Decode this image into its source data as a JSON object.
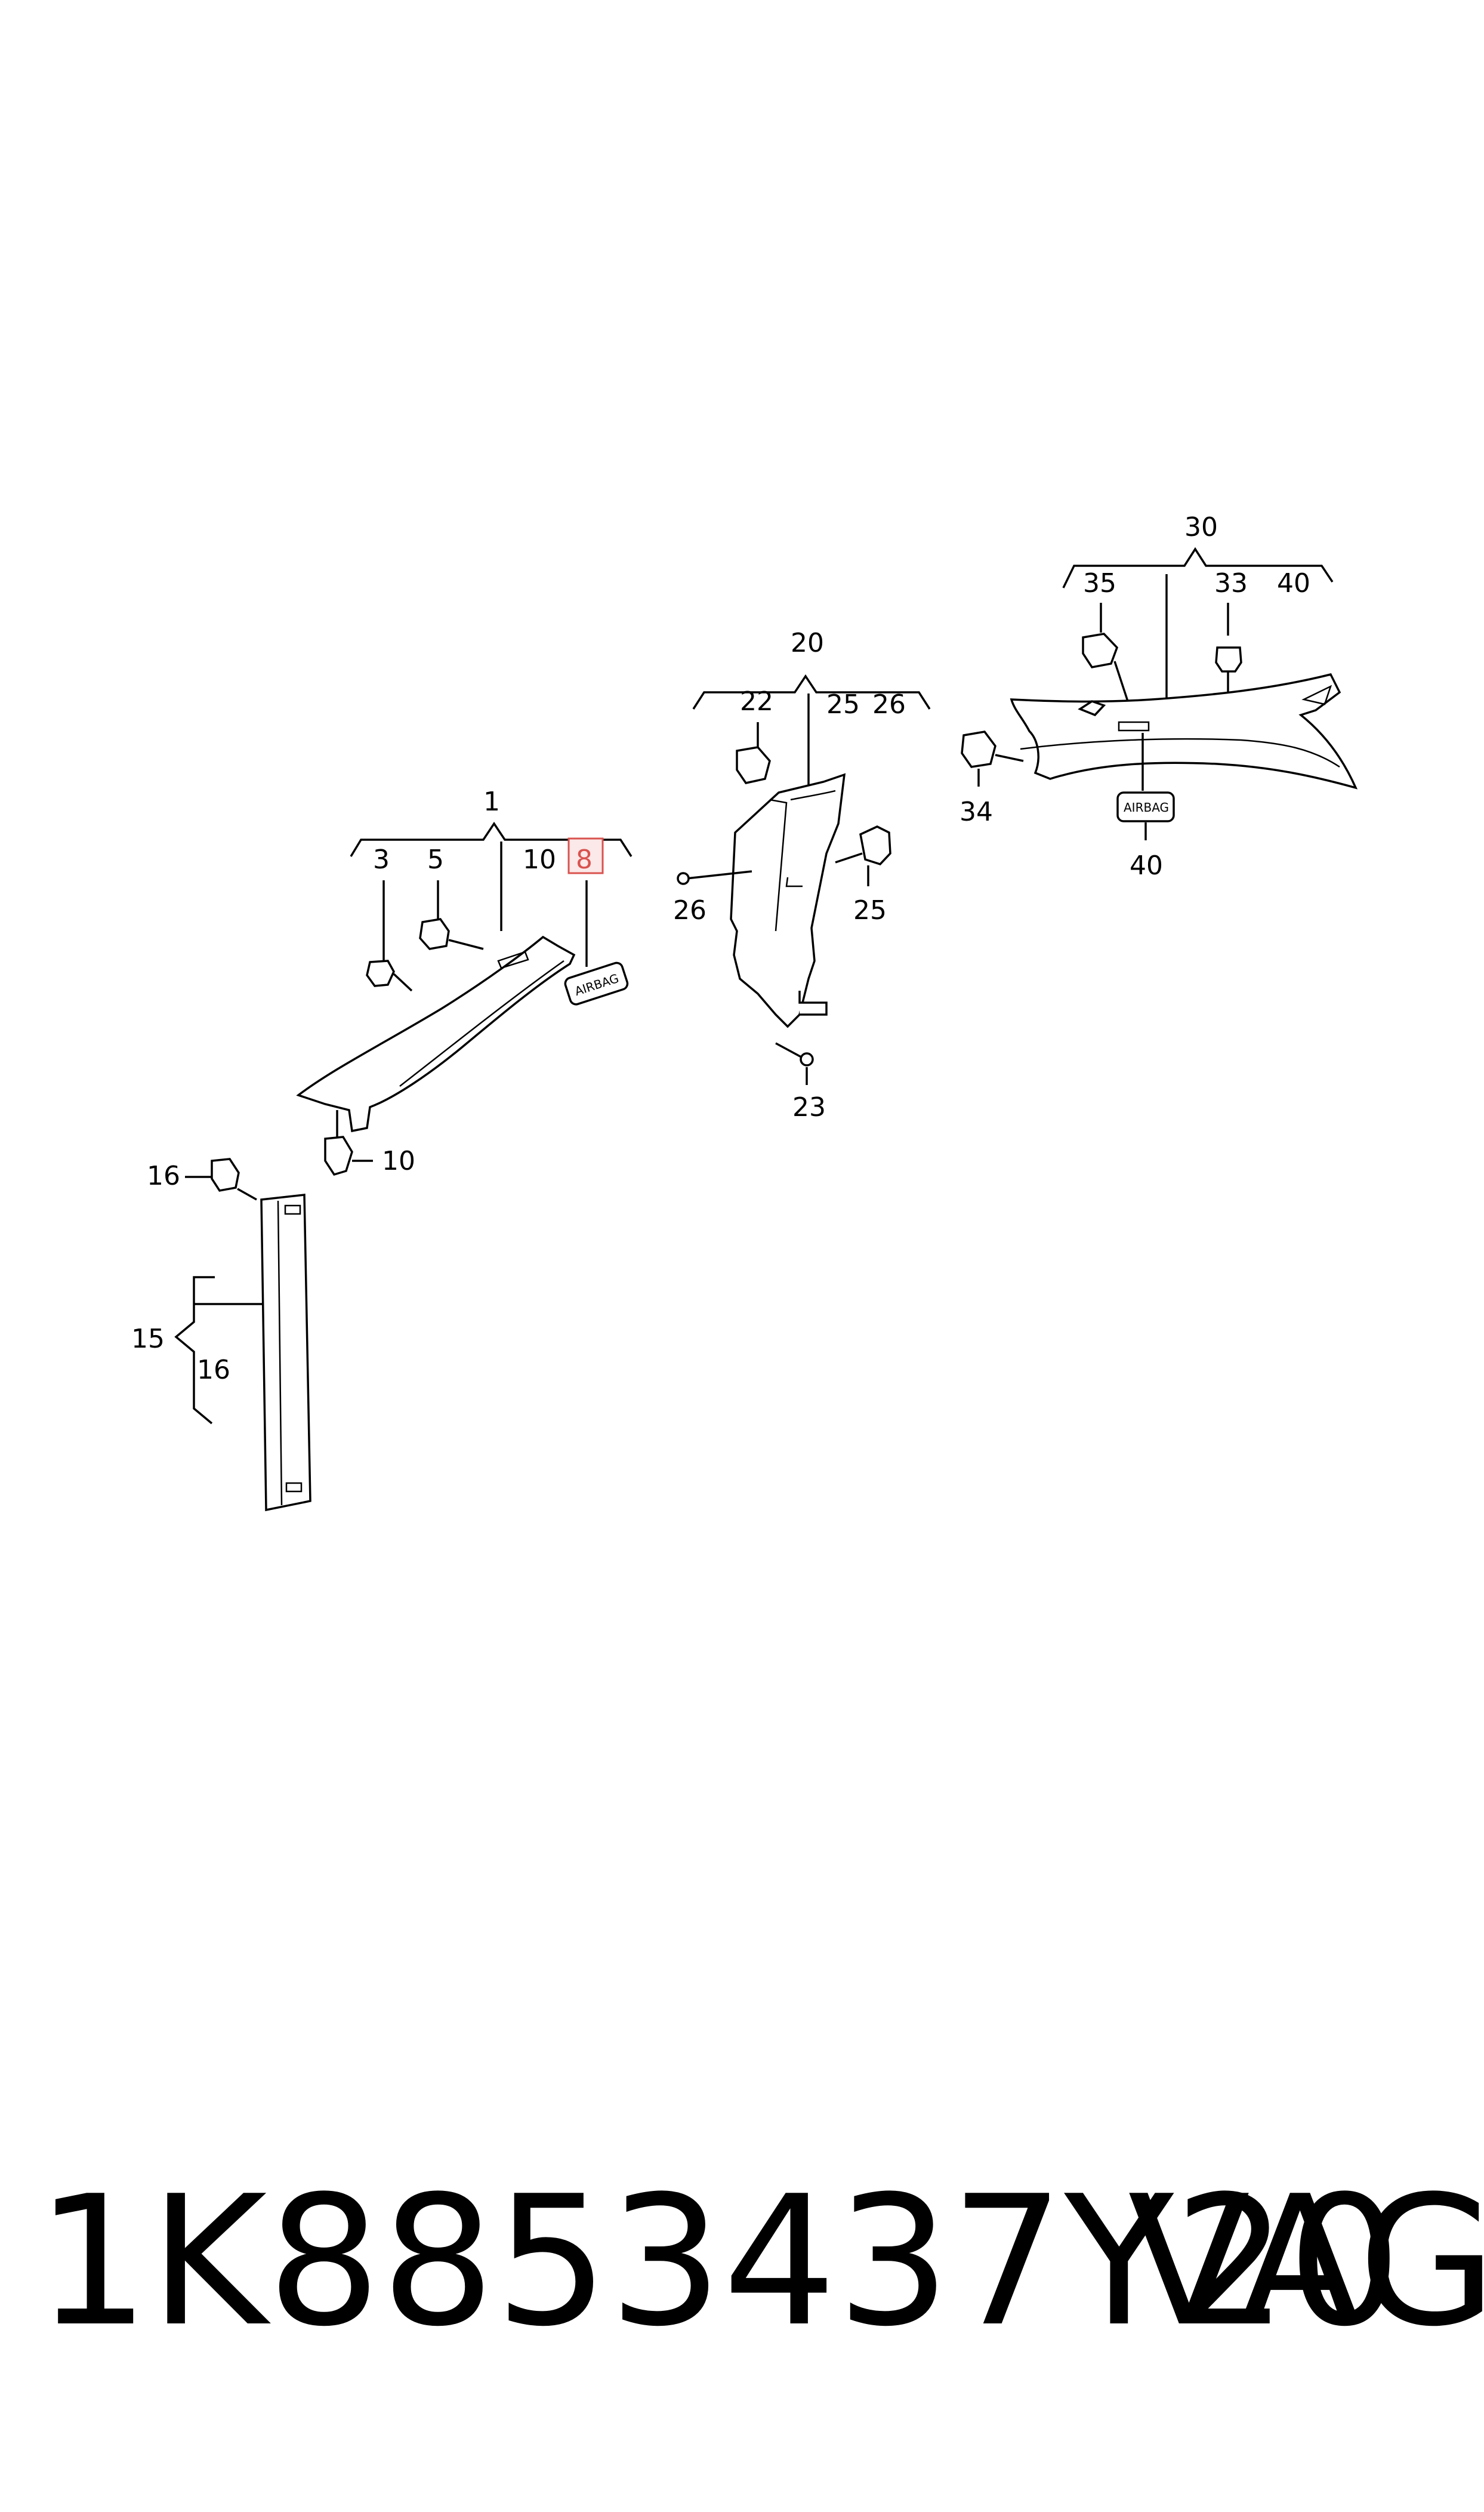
{
  "diagram": {
    "callouts": {
      "group_1": "1",
      "c3": "3",
      "c5": "5",
      "c10a": "10",
      "c8": "8",
      "c10b": "10",
      "group_20": "20",
      "c22": "22",
      "c25a": "25",
      "c26a": "26",
      "c26b": "26",
      "c25b": "25",
      "c23": "23",
      "group_30": "30",
      "c35": "35",
      "c33": "33",
      "c40a": "40",
      "c34": "34",
      "c40b": "40",
      "c16a": "16",
      "group_15": "15",
      "c16b": "16"
    },
    "airbag_label_1": "AIRBAG",
    "airbag_label_2": "AIRBAG",
    "highlight_color": "#d9534f"
  },
  "footer": {
    "part_number": "1K8853437Y20",
    "brand": "VAG"
  }
}
